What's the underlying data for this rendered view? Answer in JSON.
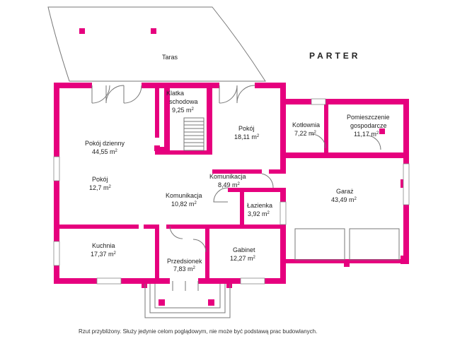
{
  "title": "PARTER",
  "terrace_label": "Taras",
  "disclaimer": "Rzut przybliżony. Służy jedynie celom poglądowym, nie może być podstawą prac budowlanych.",
  "colors": {
    "wall": "#e6007e",
    "line": "#777777"
  },
  "rooms": {
    "klatka": {
      "name_1": "Klatka",
      "name_2": "schodowa",
      "area": "9,25 m"
    },
    "pokoj_dzienny": {
      "name": "Pokój dzienny",
      "area": "44,55 m"
    },
    "pokoj_inner": {
      "name": "Pokój",
      "area": "12,7 m"
    },
    "pokoj_top": {
      "name": "Pokój",
      "area": "18,11 m"
    },
    "kotlownia": {
      "name": "Kotłownia",
      "area": "7,22 m"
    },
    "pomieszczenie": {
      "name_1": "Pomieszczenie",
      "name_2": "gospodarcze",
      "area": "11,17 m"
    },
    "komunikacja_top": {
      "name": "Komunikacja",
      "area": "8,49 m"
    },
    "lazienka": {
      "name": "Łazienka",
      "area": "3,92 m"
    },
    "garaz": {
      "name": "Garaż",
      "area": "43,49 m"
    },
    "komunikacja_main": {
      "name": "Komunikacja",
      "area": "10,82 m"
    },
    "kuchnia": {
      "name": "Kuchnia",
      "area": "17,37 m"
    },
    "przedsionek": {
      "name": "Przedsionek",
      "area": "7,83 m"
    },
    "gabinet": {
      "name": "Gabinet",
      "area": "12,27 m"
    }
  },
  "unit_superscript": "2"
}
